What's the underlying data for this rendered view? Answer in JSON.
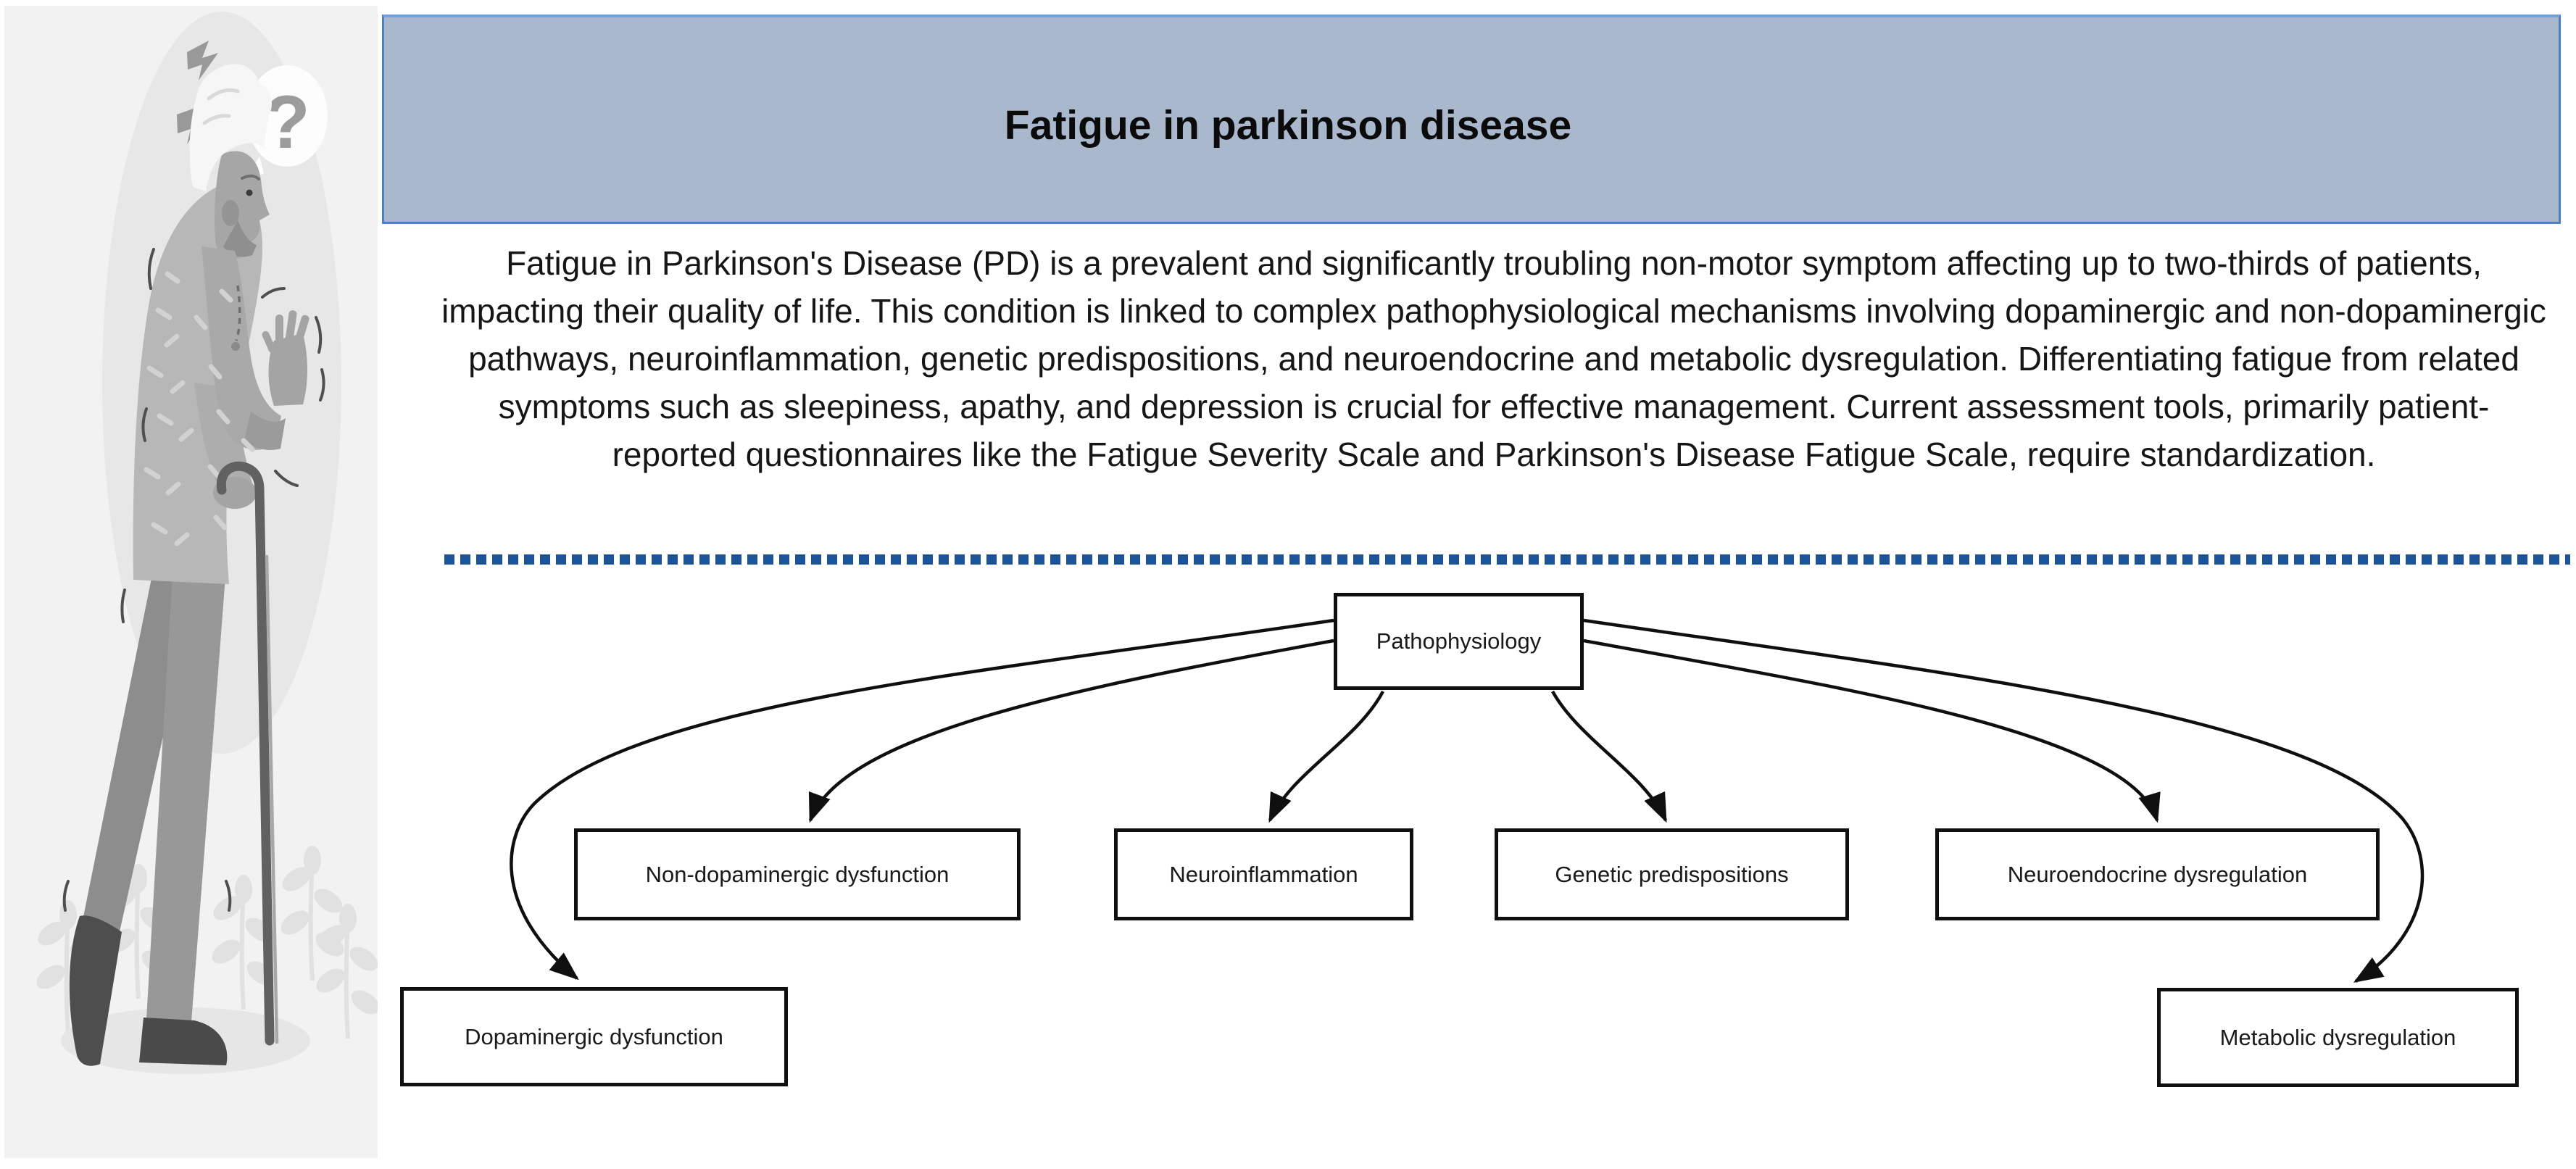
{
  "header": {
    "title": "Fatigue in parkinson disease"
  },
  "abstract": {
    "text": "Fatigue in Parkinson's Disease (PD) is a prevalent and significantly troubling non-motor symptom affecting up to two-thirds of patients, impacting their quality of life. This condition is linked to complex pathophysiological mechanisms involving dopaminergic and non-dopaminergic pathways, neuroinflammation, genetic predispositions, and neuroendocrine and metabolic dysregulation. Differentiating fatigue from related symptoms such as sleepiness, apathy, and depression is crucial for effective management. Current assessment tools, primarily patient-reported questionnaires like the Fatigue Severity Scale and Parkinson's Disease Fatigue Scale, require standardization."
  },
  "flowchart": {
    "root": {
      "label": "Pathophysiology"
    },
    "level2": [
      {
        "label": "Non-dopaminergic dysfunction"
      },
      {
        "label": "Neuroinflammation"
      },
      {
        "label": "Genetic predispositions"
      },
      {
        "label": "Neuroendocrine dysregulation"
      }
    ],
    "level3": [
      {
        "label": "Dopaminergic dysfunction"
      },
      {
        "label": "Metabolic dysregulation"
      }
    ]
  },
  "illustration": {
    "name": "elderly-man-with-cane",
    "question_mark": "?"
  },
  "colors": {
    "header_fill": "#a9b8cc",
    "header_border": "#4d80bd",
    "header_border_top": "#72a2dd",
    "divider_dots": "#1b5499",
    "node_border": "#0f0f0f",
    "body_text": "#161616"
  }
}
